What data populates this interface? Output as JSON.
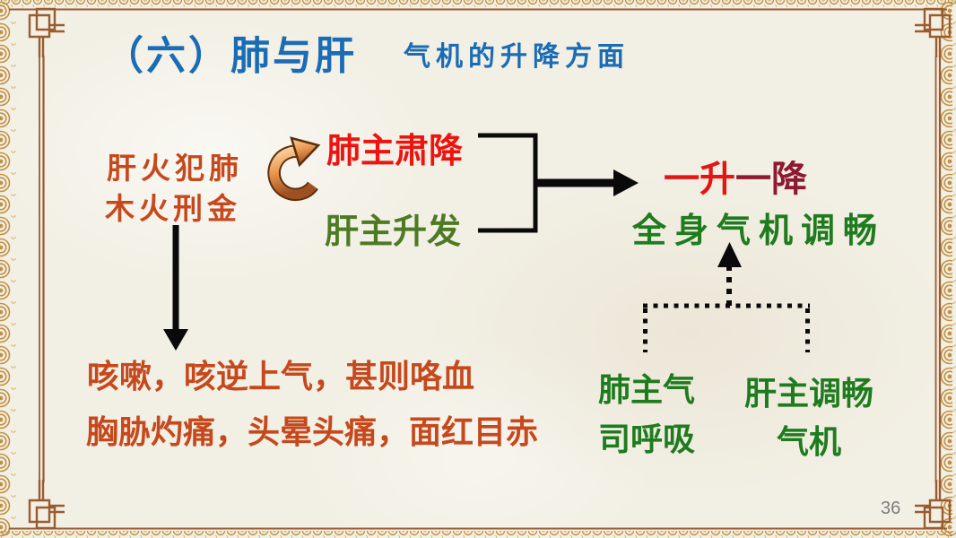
{
  "title": {
    "main": "（六）肺与肝",
    "topic": "气机的升降方面"
  },
  "cause": {
    "line1": "肝火犯肺",
    "line2": "木火刑金"
  },
  "mechanism": {
    "lung": "肺主肃降",
    "liver": "肝主升发"
  },
  "result": {
    "up": "一升",
    "down": "一降",
    "outcome": "全身气机调畅"
  },
  "symptoms": {
    "line1": "咳嗽，咳逆上气，甚则咯血",
    "line2": "胸胁灼痛，头晕头痛，面红目赤"
  },
  "functions": {
    "lung_line1": "肺主气",
    "lung_line2": "司呼吸",
    "liver_line1": "肝主调畅",
    "liver_line2": "气机"
  },
  "page_number": "36",
  "icons": {
    "cycle_arrow": "cycle-arrow-icon",
    "down_arrow": "down-arrow-icon",
    "right_arrow": "right-arrow-icon",
    "dotted_up_arrow": "dotted-up-arrow-icon"
  },
  "colors": {
    "paper": "#F2EFE4",
    "frame_gold": "#C29043",
    "frame_gold_light": "#D9BC7E",
    "frame_brown": "#9A5B2F",
    "title_blue": "#1A6CB5",
    "brush_orange": "#C5491D",
    "bright_red": "#ED1410",
    "bright_red2": "#E21713",
    "maroon": "#8C1A31",
    "olive_green": "#4E7A23",
    "green": "#1E7B1E",
    "arrow_black": "#0A0A0A",
    "page_gray": "#7C7C7C"
  }
}
